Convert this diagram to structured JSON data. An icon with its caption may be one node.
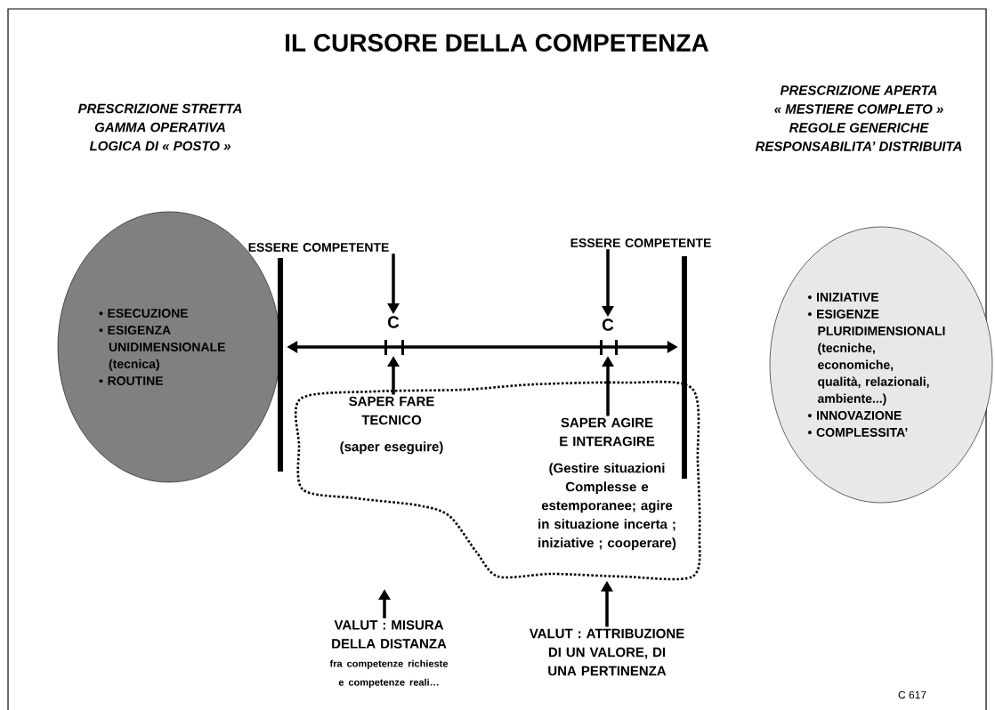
{
  "diagram": {
    "title": "IL CURSORE DELLA COMPETENZA",
    "nodes": [
      {
        "text": [
          "• ESECUZIONE",
          "• ESIGENZA UNIDIMENSIONALE (tecnica)",
          "• ROUTINE"
        ],
        "beside": [
          "PRESCRIZIONE STRETTA",
          "GAMMA OPERATIVA",
          "LOGICA DI « POSTO »"
        ]
      },
      {
        "text": [
          "• INIZIATIVE",
          "• ESIGENZE PLURIDIMENSIONALI (tecniche, economiche, qualità, relazionali, ambiente...)",
          "• INNOVAZIONE",
          "• COMPLESSITA’"
        ],
        "beside": [
          "PRESCRIZIONE APERTA",
          "« MESTIERE COMPLETO »",
          "REGOLE GENERICHE",
          "RESPONSABILITA’ DISTRIBUITA"
        ]
      },
      {
        "text": [],
        "shape": "bar"
      },
      {
        "text": [],
        "shape": "bar"
      },
      {
        "text": [
          "ESSERE COMPETENTE"
        ]
      },
      {
        "text": [
          "ESSERE COMPETENTE"
        ]
      },
      {
        "text": [
          "C"
        ]
      },
      {
        "text": [
          "C"
        ]
      },
      {
        "text": [],
        "shape": "cloud"
      },
      {
        "text": [
          "SAPER FARE TECNICO",
          "(saper eseguire)"
        ],
        "in": 8
      },
      {
        "text": [
          "SAPER AGIRE E INTERAGIRE",
          "(Gestire situazioni Complesse e estemporanee; agire in situazione incerta ; iniziative ; cooperare)"
        ],
        "in": 8
      },
      {
        "text": [
          "VALUT : MISURA DELLA DISTANZA",
          "fra competenze richieste e competenze reali…"
        ]
      },
      {
        "text": [
          "VALUT : ATTRIBUZIONE DI UN VALORE, DI UNA PERTINENZA"
        ]
      }
    ],
    "edges": [
      {
        "from": 2,
        "to": 3,
        "arrow": "both"
      },
      {
        "from": 4,
        "to": 6,
        "arrow": "to"
      },
      {
        "from": 5,
        "to": 7,
        "arrow": "to"
      },
      {
        "from": 9,
        "to": 6,
        "arrow": "to"
      },
      {
        "from": 10,
        "to": 7,
        "arrow": "to"
      },
      {
        "from": 11,
        "to": null,
        "arrow": "to"
      },
      {
        "from": 12,
        "to": 8,
        "arrow": "to"
      }
    ],
    "labels": [
      "C 617"
    ]
  }
}
